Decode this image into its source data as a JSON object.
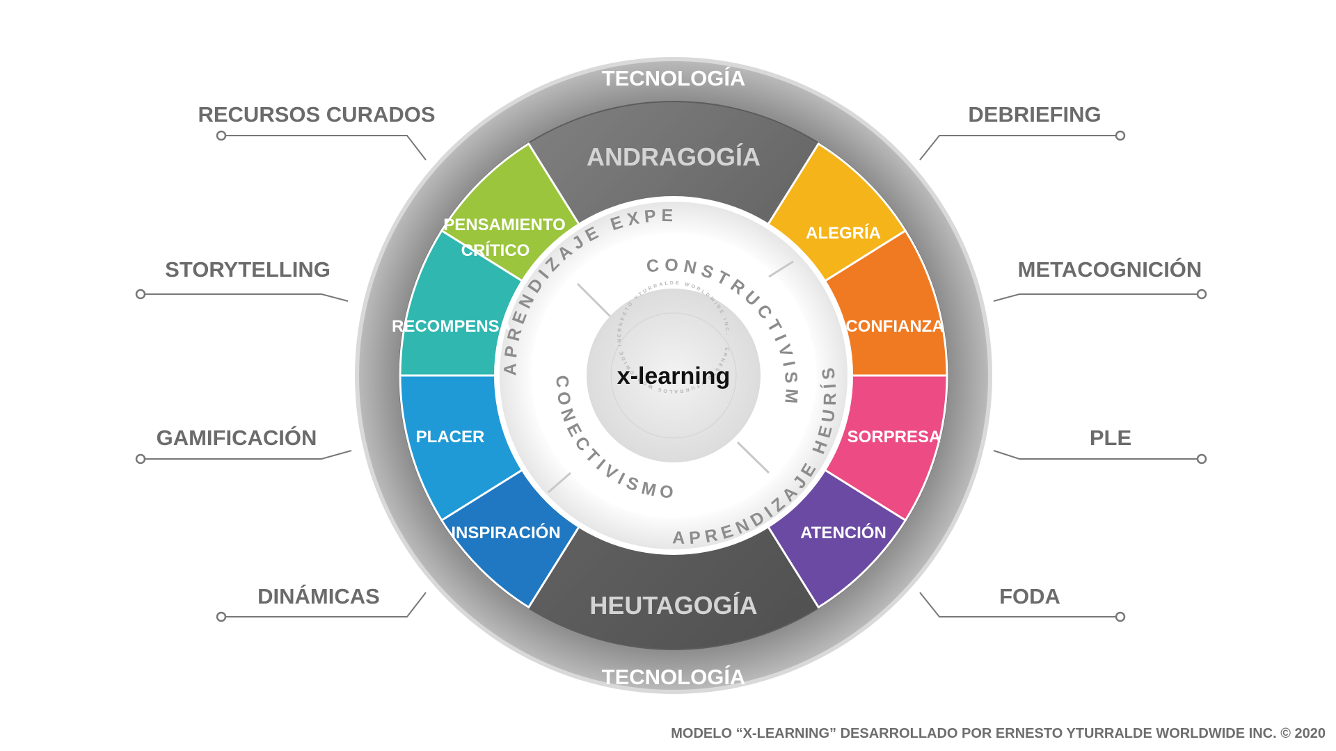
{
  "center": {
    "label": "x-learning",
    "ring_text": "ERNESTO YTURRALDE WORLDWIDE INC. · ERNESTO YTURRALDE WORLDWIDE INC. · "
  },
  "technology": {
    "top": "TECNOLOGÍA",
    "bottom": "TECNOLOGÍA"
  },
  "dark_sections": {
    "top": "ANDRAGOGÍA",
    "bottom": "HEUTAGOGÍA"
  },
  "segments": {
    "pensamiento": {
      "line1": "PENSAMIENTO",
      "line2": "CRÍTICO",
      "color": "#9bc53d"
    },
    "recompensa": {
      "label": "RECOMPENSA",
      "color": "#2fb7b0"
    },
    "placer": {
      "label": "PLACER",
      "color": "#1f9ad6"
    },
    "inspiracion": {
      "label": "INSPIRACIÓN",
      "color": "#1f78c1"
    },
    "alegria": {
      "label": "ALEGRÍA",
      "color": "#f4b41a"
    },
    "confianza": {
      "label": "CONFIANZA",
      "color": "#f07a22"
    },
    "sorpresa": {
      "label": "SORPRESA",
      "color": "#ec4c83"
    },
    "atencion": {
      "label": "ATENCIÓN",
      "color": "#6a4aa2"
    }
  },
  "inner_arcs": {
    "experiencial": "APRENDIZAJE EXPERIENCIAL",
    "constructivismo": "CONSTRUCTIVISMO",
    "conectivismo": "CONECTIVISMO",
    "heuristico": "APRENDIZAJE HEURÍSTICO"
  },
  "callouts": {
    "left": [
      "RECURSOS CURADOS",
      "STORYTELLING",
      "GAMIFICACIÓN",
      "DINÁMICAS"
    ],
    "right": [
      "DEBRIEFING",
      "METACOGNICIÓN",
      "PLE",
      "FODA"
    ]
  },
  "footer": "MODELO “X-LEARNING” DESARROLLADO POR ERNESTO YTURRALDE WORLDWIDE INC. © 2020"
}
